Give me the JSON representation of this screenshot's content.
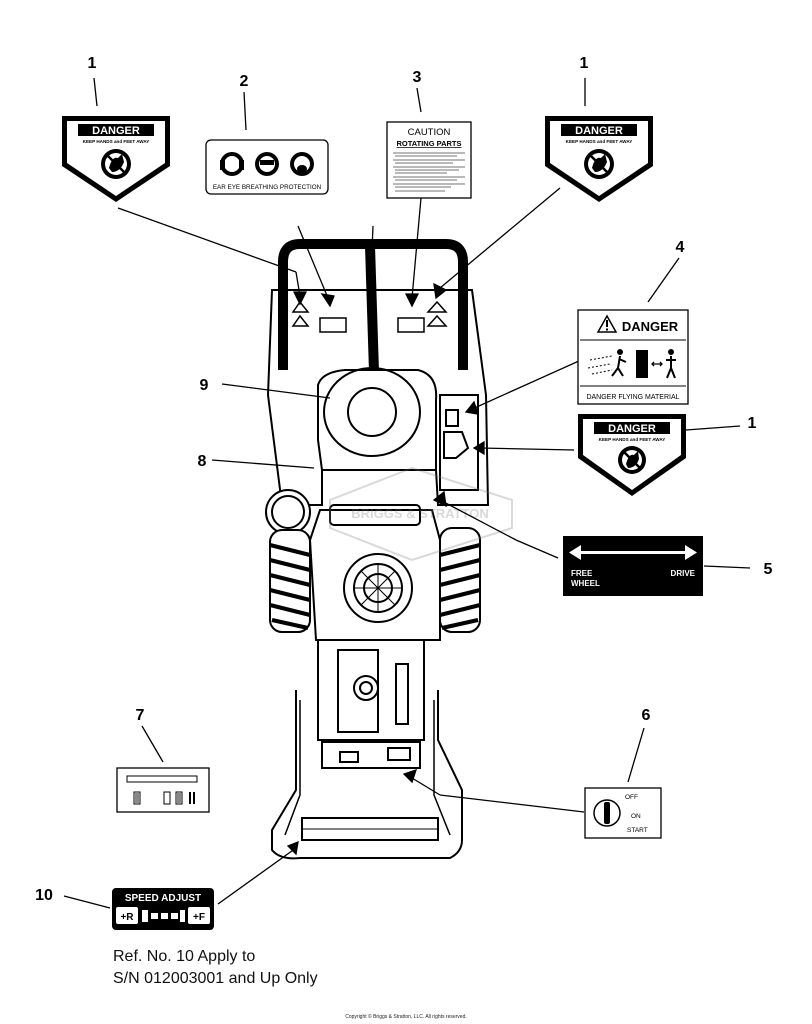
{
  "callouts": [
    "1",
    "2",
    "3",
    "1",
    "4",
    "1",
    "5",
    "6",
    "7",
    "8",
    "9",
    "10"
  ],
  "decal_danger_hands": {
    "title": "DANGER",
    "subtitle": "KEEP HANDS and FEET AWAY"
  },
  "decal_protection": {
    "caption": "EAR EYE BREATHING PROTECTION"
  },
  "decal_caution": {
    "title": "CAUTION",
    "subtitle": "ROTATING PARTS"
  },
  "decal_flying": {
    "title": "DANGER",
    "caption": "DANGER FLYING MATERIAL"
  },
  "decal_freewheel": {
    "left_top": "FREE",
    "left_bottom": "WHEEL",
    "right": "DRIVE"
  },
  "decal_ignition": {
    "off": "OFF",
    "on": "ON",
    "start": "START"
  },
  "decal_speed": {
    "title": "SPEED ADJUST",
    "left": "+R",
    "right": "+F"
  },
  "note": {
    "line1": "Ref. No. 10 Apply to",
    "line2": "S/N 012003001 and Up Only"
  },
  "copyright": "Copyright © Briggs & Stratton, LLC. All rights reserved.",
  "watermark": "BRIGGS & STRATTON"
}
